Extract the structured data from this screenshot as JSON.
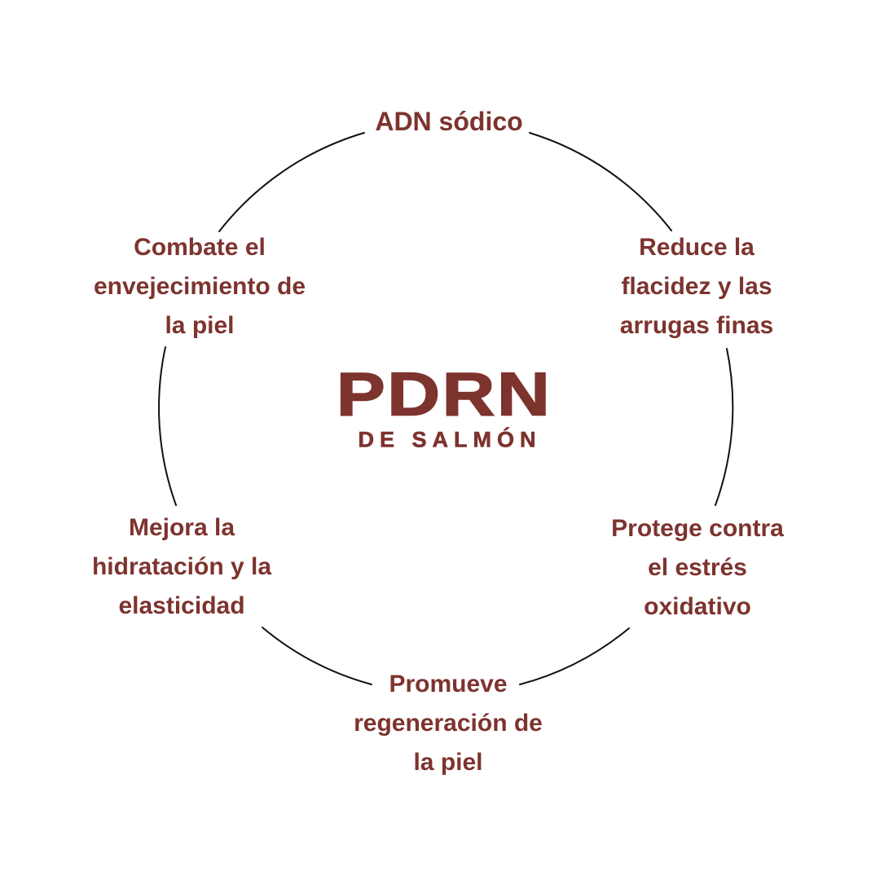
{
  "title": {
    "main": "PDRN",
    "subtitle": "DE SALMÓN"
  },
  "labels": {
    "top": {
      "lines": [
        "ADN sódico"
      ]
    },
    "upper_left": {
      "lines": [
        "Combate el",
        "envejecimiento de",
        "la piel"
      ]
    },
    "upper_right": {
      "lines": [
        "Reduce la",
        "flacidez y las",
        "arrugas finas"
      ]
    },
    "lower_left": {
      "lines": [
        "Mejora la",
        "hidratación y la",
        "elasticidad"
      ]
    },
    "lower_right": {
      "lines": [
        "Protege contra",
        "el estrés",
        "oxidativo"
      ]
    },
    "bottom": {
      "lines": [
        "Promueve",
        "regeneración de",
        "la piel"
      ]
    }
  },
  "colors": {
    "text": "#7D332E",
    "circle": "#111111",
    "background": "#ffffff"
  }
}
